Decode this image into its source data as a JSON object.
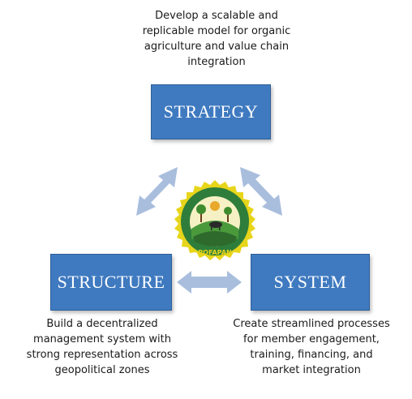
{
  "top_caption": [
    "Develop a scalable and",
    "replicable model for organic",
    "agriculture and value chain",
    "integration"
  ],
  "left_caption": [
    "Build a decentralized",
    "management system with",
    "strong representation across",
    "geopolitical zones"
  ],
  "right_caption": [
    "Create streamlined processes",
    "for member engagement,",
    "training, financing, and",
    "market integration"
  ],
  "boxes": {
    "strategy": "STRATEGY",
    "structure": "STRUCTURE",
    "system": "SYSTEM"
  },
  "logo": {
    "text": "POFAPAN"
  },
  "colors": {
    "box": "#3f7ac0",
    "arrow": "#a9bedd",
    "logo_ring": "#e7d51b"
  }
}
